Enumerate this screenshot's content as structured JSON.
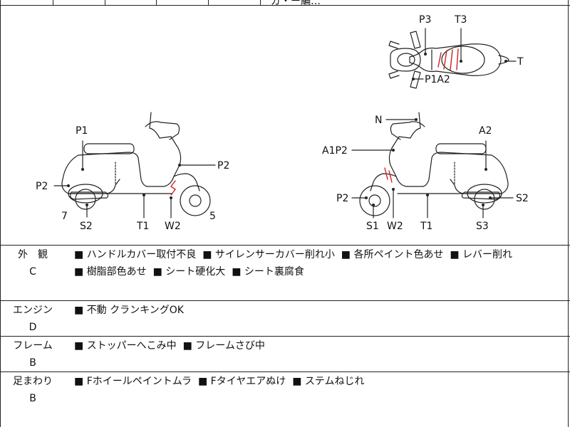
{
  "header": {
    "top_partial_text": "ガ・ー編…"
  },
  "diagram": {
    "top_view_labels": [
      "P3",
      "T3",
      "T",
      "P1A2"
    ],
    "left_side_labels": [
      "P1",
      "P2",
      "P2",
      "7",
      "S2",
      "T1",
      "W2",
      "5"
    ],
    "right_side_labels": [
      "N",
      "A2",
      "A1P2",
      "P2",
      "S2",
      "S1",
      "W2",
      "T1",
      "S3"
    ]
  },
  "sections": [
    {
      "category": "外　観",
      "grade": "C",
      "items": [
        "ハンドルカバー取付不良",
        "サイレンサーカバー削れ小",
        "各所ペイント色あせ",
        "レバー削れ",
        "樹脂部色あせ",
        "シート硬化大",
        "シート裏腐食"
      ]
    },
    {
      "category": "エンジン",
      "grade": "D",
      "items": [
        "不動 クランキングOK"
      ]
    },
    {
      "category": "フレーム",
      "grade": "B",
      "items": [
        "ストッパーへこみ中",
        "フレームさび中"
      ]
    },
    {
      "category": "足まわり",
      "grade": "B",
      "items": [
        "Fホイールペイントムラ",
        "Fタイヤエアぬけ",
        "ステムねじれ"
      ]
    }
  ],
  "colors": {
    "line": "#222222",
    "damage_mark": "#cc2222"
  }
}
